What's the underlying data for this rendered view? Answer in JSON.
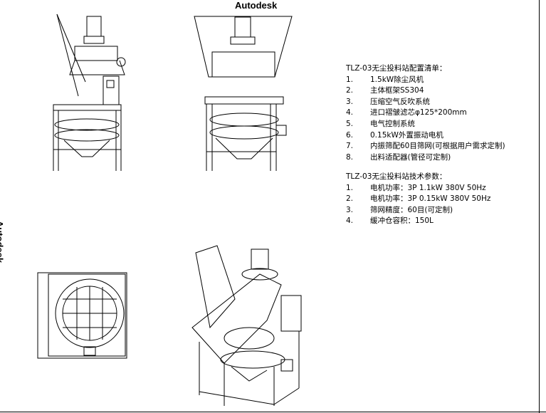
{
  "watermark": "Autodesk",
  "config_list": {
    "title": "TLZ-03无尘投料站配置清单：",
    "items": [
      {
        "num": "1.",
        "text": "1.5kW除尘风机"
      },
      {
        "num": "2.",
        "text": "主体框架SS304"
      },
      {
        "num": "3.",
        "text": "压缩空气反吹系统"
      },
      {
        "num": "4.",
        "text": "进口褶皱滤芯φ125*200mm"
      },
      {
        "num": "5.",
        "text": "电气控制系统"
      },
      {
        "num": "6.",
        "text": "0.15kW外置振动电机"
      },
      {
        "num": "7.",
        "text": "内振筛配60目筛网(可根据用户需求定制)"
      },
      {
        "num": "8.",
        "text": "出料适配器(管径可定制)"
      }
    ]
  },
  "tech_params": {
    "title": "TLZ-03无尘投料站技术参数：",
    "items": [
      {
        "num": "1.",
        "text": "电机功率：3P 1.1kW 380V 50Hz"
      },
      {
        "num": "2.",
        "text": "电机功率：3P 0.15kW 380V 50Hz"
      },
      {
        "num": "3.",
        "text": "筛网精度：60目(可定制)"
      },
      {
        "num": "4.",
        "text": "缓冲仓容积：150L"
      }
    ]
  }
}
